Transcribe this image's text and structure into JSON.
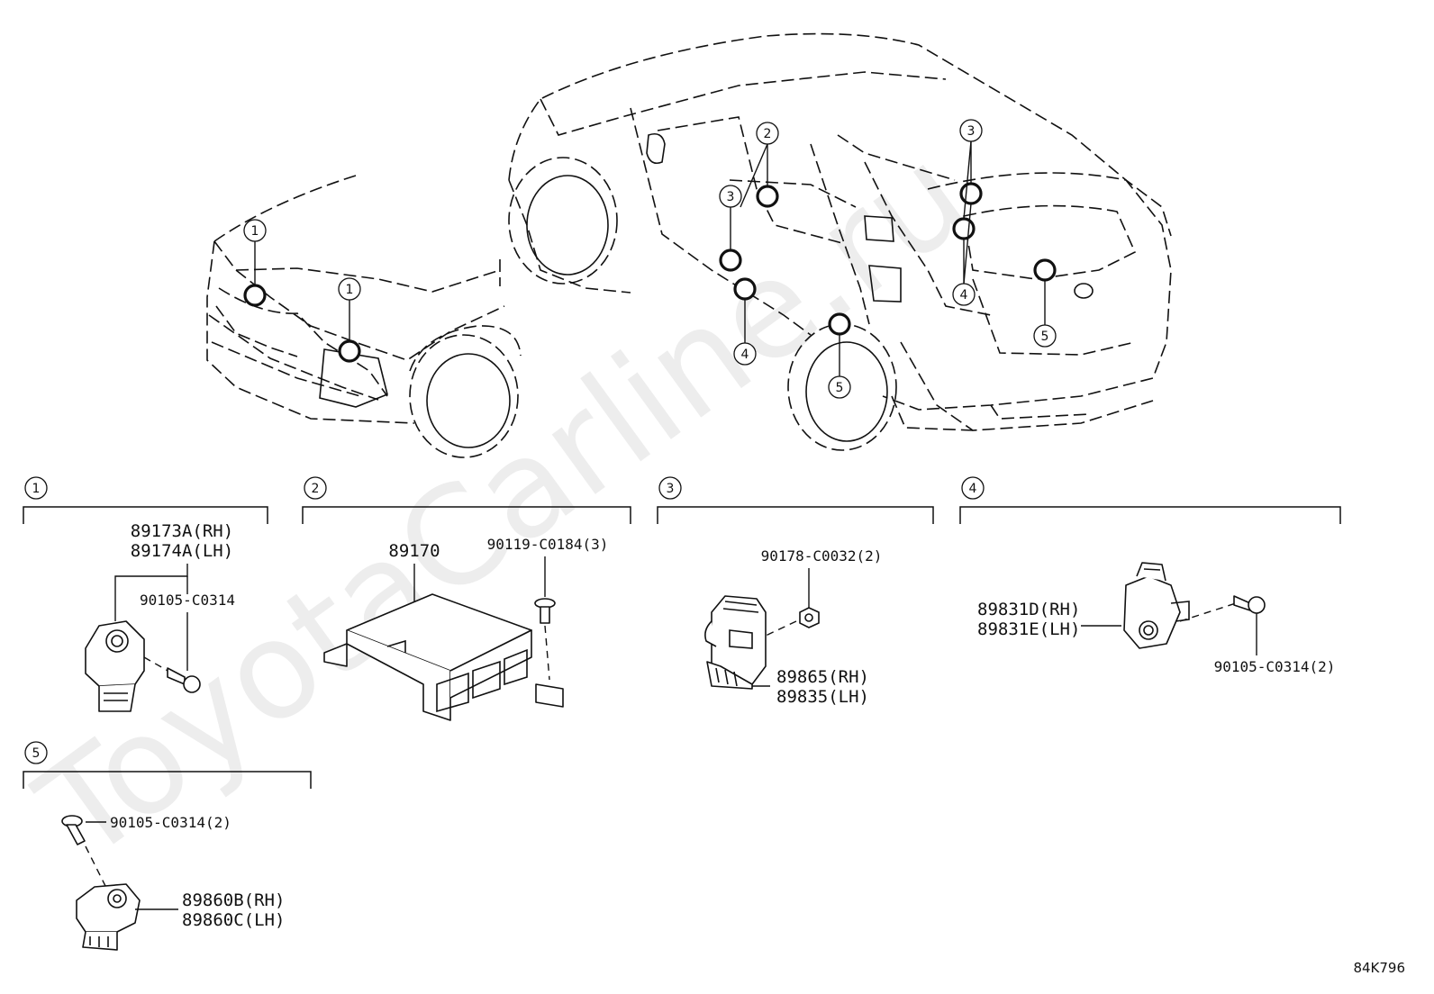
{
  "watermark": "ToyotaCarline.ru",
  "diagram_code": "84K796",
  "callouts": {
    "front_1a": "1",
    "front_1b": "1",
    "door_2": "2",
    "door_3": "3",
    "rear_3": "3",
    "door_4": "4",
    "rear_4": "4",
    "wheel_5": "5",
    "rear_5": "5"
  },
  "sections": [
    {
      "index": "1"
    },
    {
      "index": "2"
    },
    {
      "index": "3"
    },
    {
      "index": "4"
    },
    {
      "index": "5"
    }
  ],
  "parts": {
    "s1_sensor_rh": "89173A(RH)",
    "s1_sensor_lh": "89174A(LH)",
    "s1_bolt": "90105-C0314",
    "s2_ecu": "89170",
    "s2_bolt": "90119-C0184(3)",
    "s3_nut": "90178-C0032(2)",
    "s3_sensor_rh": "89865(RH)",
    "s3_sensor_lh": "89835(LH)",
    "s4_sensor_rh": "89831D(RH)",
    "s4_sensor_lh": "89831E(LH)",
    "s4_bolt": "90105-C0314(2)",
    "s5_bolt": "90105-C0314(2)",
    "s5_sensor_rh": "89860B(RH)",
    "s5_sensor_lh": "89860C(LH)"
  }
}
